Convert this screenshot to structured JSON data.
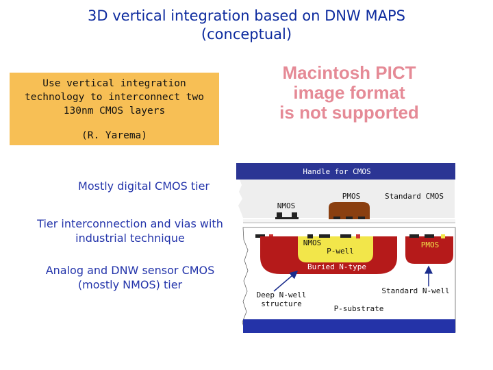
{
  "title": {
    "line1": "3D vertical integration based on DNW MAPS",
    "line2": "(conceptual)"
  },
  "callout": {
    "lines": [
      "Use vertical integration",
      "technology to interconnect two",
      "130nm CMOS layers"
    ],
    "citation": "(R. Yarema)"
  },
  "placeholder": {
    "lines": [
      "Macintosh PICT",
      "image format",
      "is not supported"
    ]
  },
  "tiers": {
    "digital": "Mostly digital CMOS tier",
    "interconnect": [
      "Tier interconnection and vias with",
      "industrial technique"
    ],
    "analog": [
      "Analog and DNW sensor CMOS",
      "(mostly NMOS) tier"
    ]
  },
  "cross_section": {
    "handle": "Handle for CMOS",
    "pmos_top": "PMOS",
    "standard_cmos": "Standard CMOS",
    "nmos_top": "NMOS",
    "nmos_lower": "NMOS",
    "p_well": "P-well",
    "pmos_right": "PMOS",
    "buried": "Buried N-type",
    "deep_nwell": [
      "Deep N-well",
      "structure"
    ],
    "standard_nwell": "Standard N-well",
    "p_substrate": "P-substrate"
  },
  "colors": {
    "title_blue": "#0c2a9e",
    "callout_orange": "#f7bf55",
    "pict_pink": "#e58a96",
    "handle_navy": "#2b3594",
    "well_red": "#b51a1a",
    "pwell_yellow": "#f2e64a",
    "substrate_blue": "#2433a8",
    "nmos_brown": "#7a4010"
  }
}
